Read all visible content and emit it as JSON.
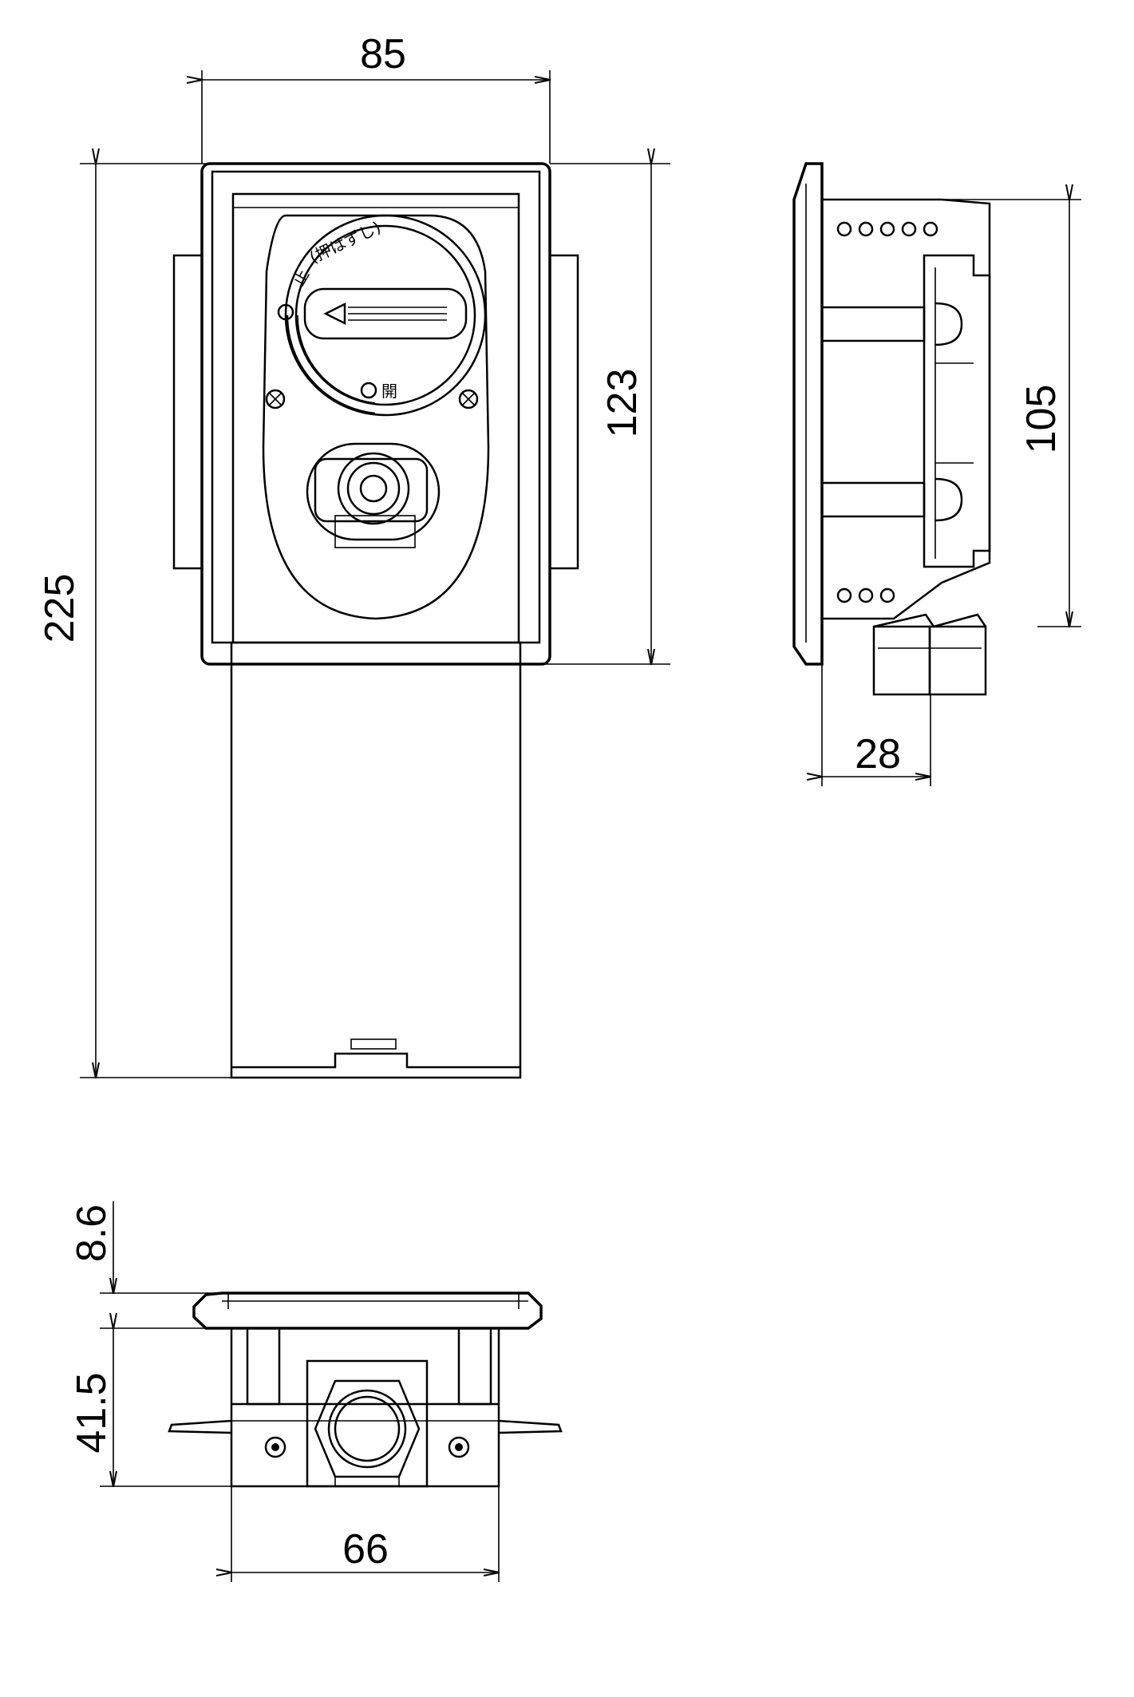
{
  "dimensions": {
    "front_width": "85",
    "front_total_height": "225",
    "front_upper_height": "123",
    "side_height": "105",
    "side_depth": "28",
    "bottom_flange": "8.6",
    "bottom_depth": "41.5",
    "bottom_width": "66"
  },
  "labels": {
    "knob_text": "(押はずし)",
    "stop_mark": "止",
    "open_mark": "開"
  },
  "colors": {
    "line": "#000000",
    "background": "#ffffff"
  }
}
